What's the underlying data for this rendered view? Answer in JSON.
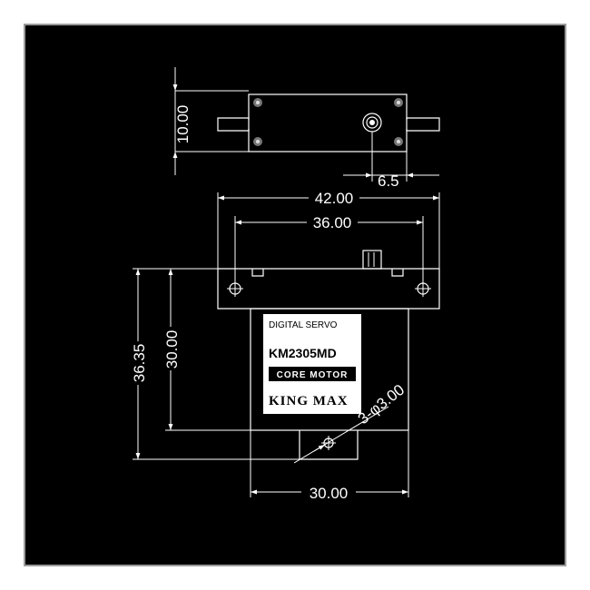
{
  "dimensions": {
    "top_height": "10.00",
    "horn_offset": "6.5",
    "total_width": "42.00",
    "hole_spacing": "36.00",
    "total_height": "36.35",
    "body_height": "30.00",
    "hole_note": "3-φ3.00",
    "body_width": "30.00"
  },
  "label": {
    "line1": "DIGITAL SERVO",
    "model": "KM2305MD",
    "line3": "CORE MOTOR",
    "brand": "KING MAX"
  },
  "colors": {
    "background": "#000000",
    "lines": "#ffffff",
    "frame": "#9a9a9a",
    "label_bg": "#ffffff"
  }
}
